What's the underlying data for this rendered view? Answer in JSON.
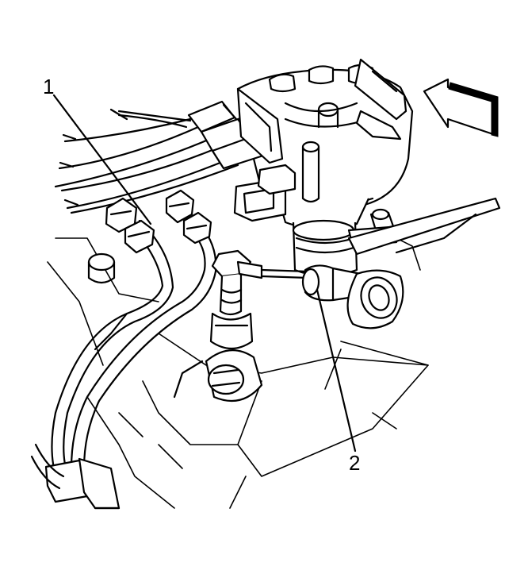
{
  "callouts": [
    {
      "label": "1",
      "target": "fuel-line-fittings"
    },
    {
      "label": "2",
      "target": "vacuum-hose-connector"
    }
  ],
  "icons": [
    "direction-arrow-icon"
  ],
  "colors": {
    "line": "#000000",
    "background": "#ffffff"
  }
}
